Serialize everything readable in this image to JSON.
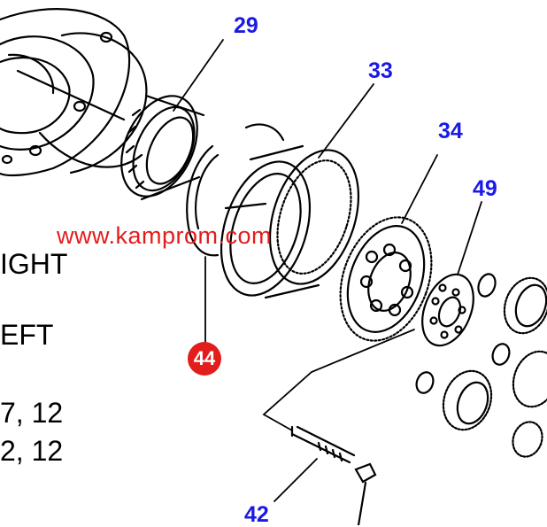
{
  "colors": {
    "callout": "#1a1ae6",
    "watermark": "#e31c1c",
    "badge": "#e31c1c",
    "line": "#000000"
  },
  "callouts": {
    "c29": "29",
    "c33": "33",
    "c34": "34",
    "c49": "49",
    "c42": "42",
    "c44": "44"
  },
  "side_text": {
    "right": "IGHT",
    "left": "EFT",
    "ref1": "7, 12",
    "ref2": "2, 12"
  },
  "watermark": "www.kamprom.com"
}
